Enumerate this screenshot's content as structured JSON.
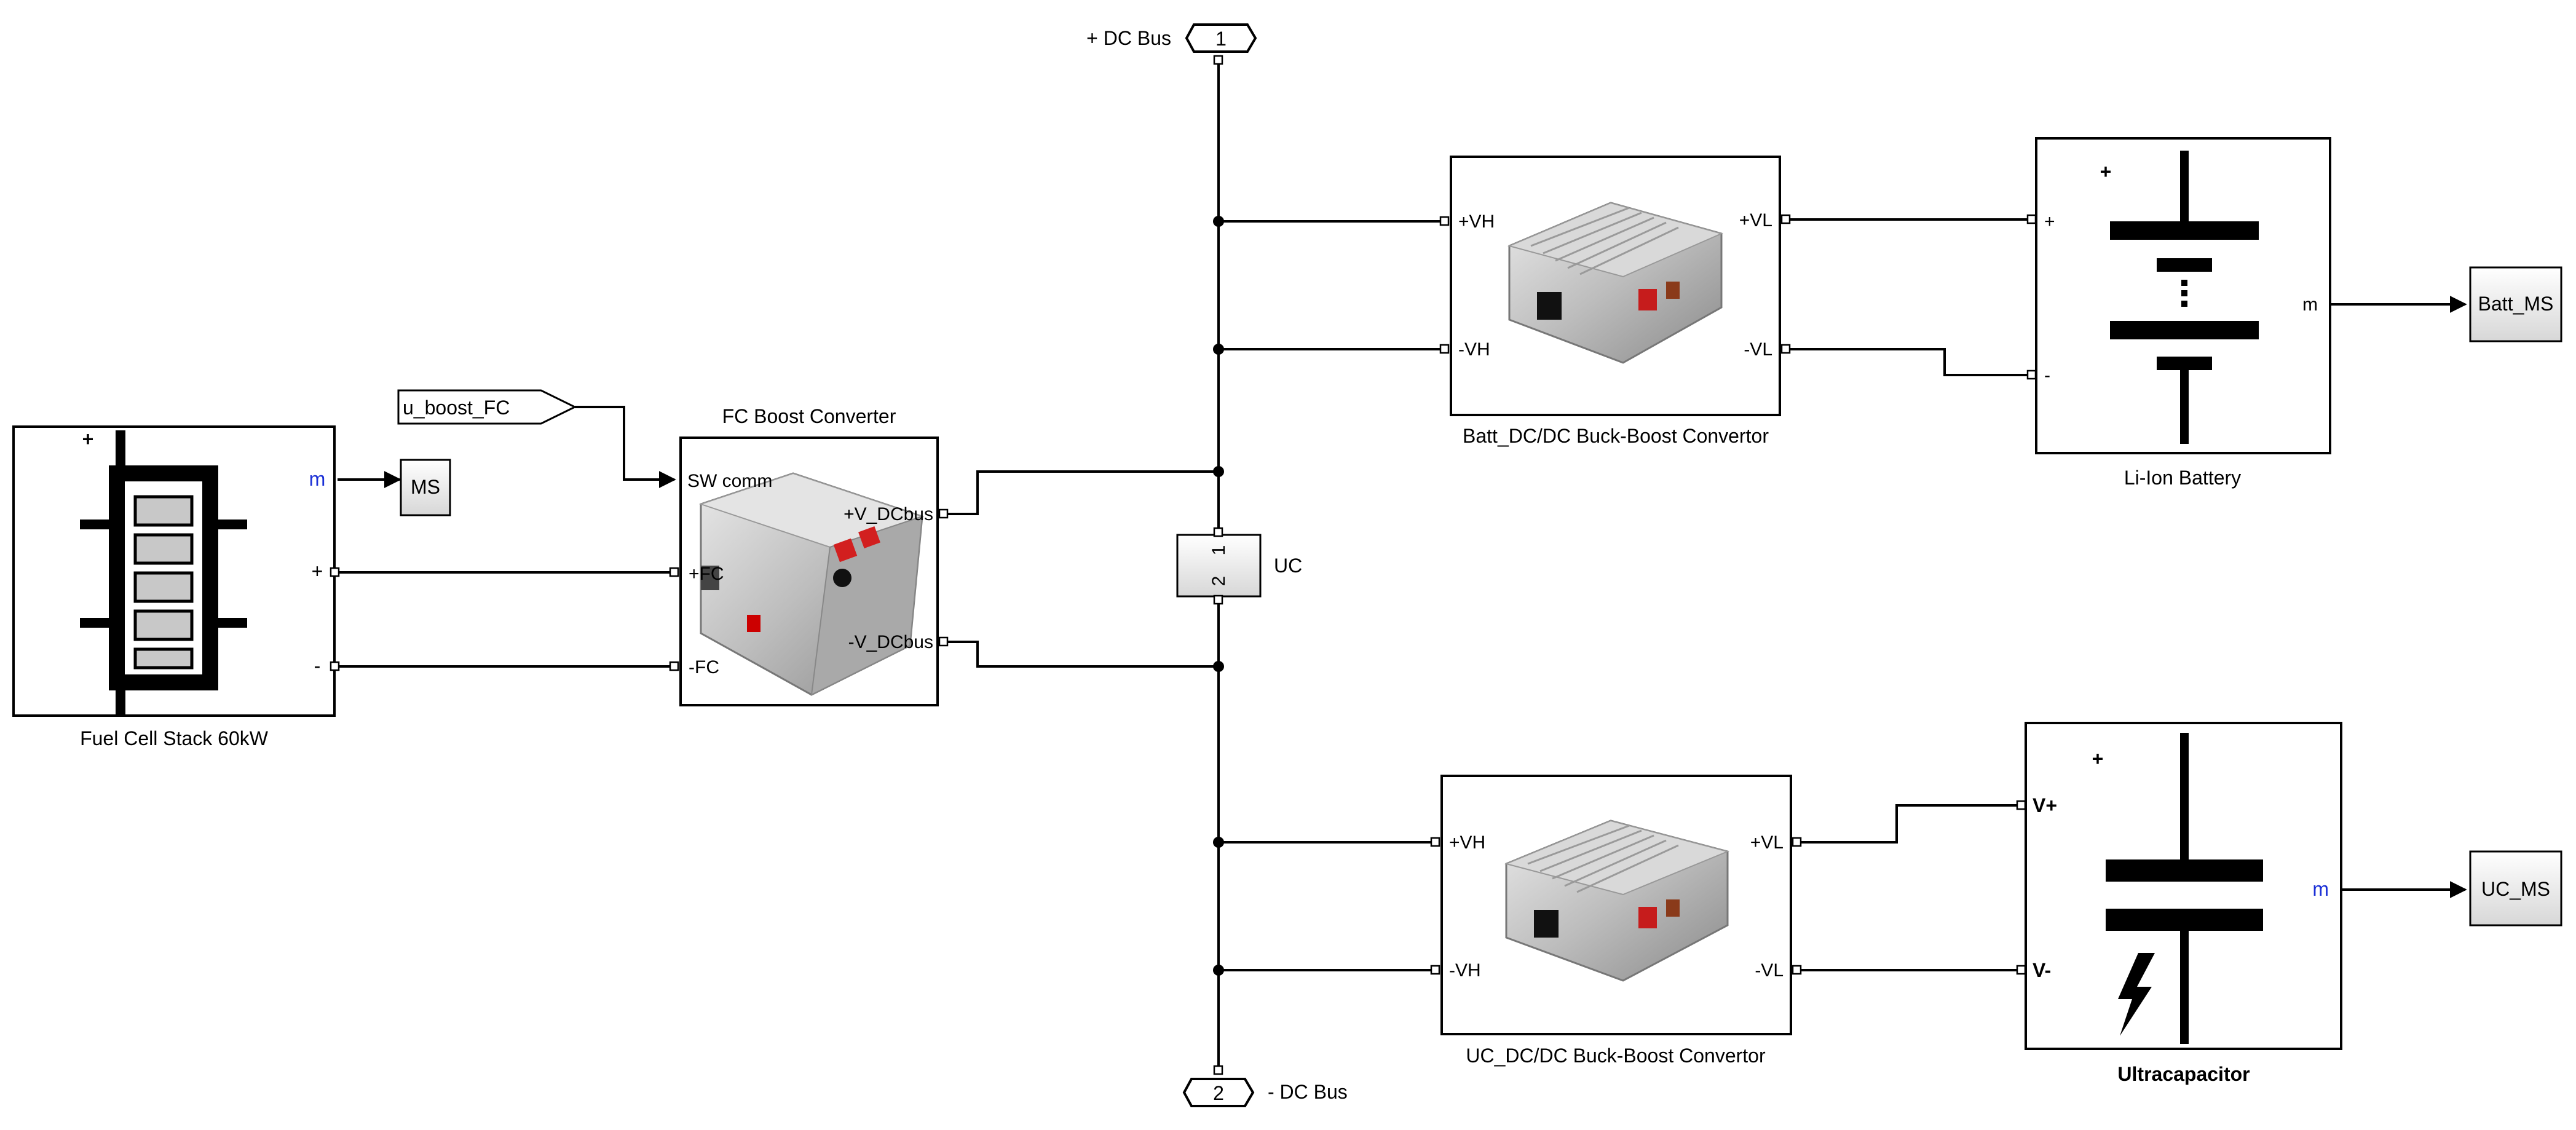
{
  "colors": {
    "wire": "#000000",
    "port_m_label": "#1a2fd6",
    "background": "#ffffff"
  },
  "bus_ports": {
    "plus": {
      "number": "1",
      "label": "+ DC Bus"
    },
    "minus": {
      "number": "2",
      "label": "- DC Bus"
    }
  },
  "fuel_cell": {
    "name": "Fuel Cell Stack 60kW",
    "plus_sign": "+",
    "port_m": "m",
    "port_plus": "+",
    "port_minus": "-",
    "icon": "fuel-cell-stack-icon"
  },
  "ms_block": {
    "label": "MS"
  },
  "goto_tag": {
    "label": "u_boost_FC"
  },
  "fc_boost": {
    "title": "FC Boost Converter",
    "port_sw": "SW comm",
    "port_plus_fc": "+FC",
    "port_minus_fc": "-FC",
    "port_plus_bus": "+V_DCbus",
    "port_minus_bus": "-V_DCbus",
    "icon": "converter-photo-icon"
  },
  "uc_cap": {
    "label": "UC",
    "pin1": "1",
    "pin2": "2"
  },
  "batt_conv": {
    "name": "Batt_DC/DC Buck-Boost Convertor",
    "port_vh_plus": "+VH",
    "port_vh_minus": "-VH",
    "port_vl_plus": "+VL",
    "port_vl_minus": "-VL",
    "icon": "dc-dc-converter-photo-icon"
  },
  "uc_conv": {
    "name": "UC_DC/DC Buck-Boost Convertor",
    "port_vh_plus": "+VH",
    "port_vh_minus": "-VH",
    "port_vl_plus": "+VL",
    "port_vl_minus": "-VL",
    "icon": "dc-dc-converter-photo-icon"
  },
  "battery": {
    "name": "Li-Ion Battery",
    "plus_sign": "+",
    "port_plus": "+",
    "port_minus": "-",
    "port_m": "m",
    "icon": "battery-icon"
  },
  "ultracap": {
    "name": "Ultracapacitor",
    "plus_sign": "+",
    "port_vplus": "V+",
    "port_vminus": "V-",
    "port_m": "m",
    "icon": "ultracapacitor-icon"
  },
  "batt_ms": {
    "label": "Batt_MS"
  },
  "uc_ms": {
    "label": "UC_MS"
  }
}
